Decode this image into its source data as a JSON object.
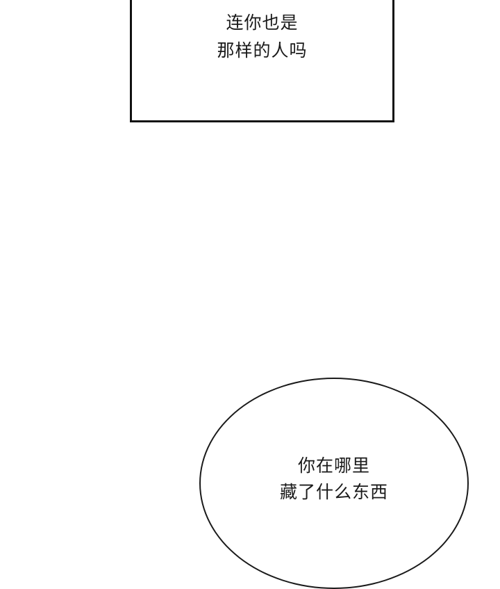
{
  "panels": {
    "narration_box": {
      "lines": [
        "连你也是",
        "那样的人吗"
      ]
    },
    "speech_bubble": {
      "lines": [
        "你在哪里",
        "藏了什么东西"
      ]
    }
  },
  "colors": {
    "background": "#ffffff",
    "ink": "#111111"
  }
}
